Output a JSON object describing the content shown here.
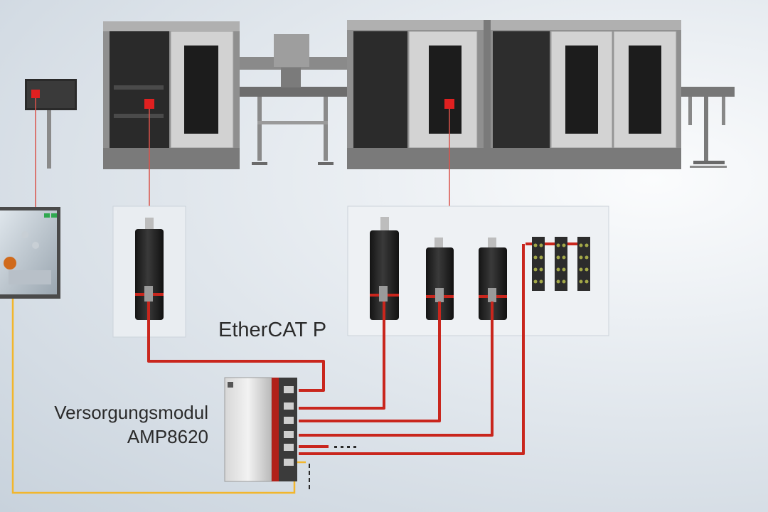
{
  "labels": {
    "bus_name": "EtherCAT P",
    "module_line1": "Versorgungsmodul",
    "module_line2": "AMP8620"
  },
  "colors": {
    "cable_ethercat_p": "#c9261d",
    "cable_ethernet": "#f2b62d",
    "marker": "#e02020",
    "machine_frame": "#8c8c8c",
    "machine_panel": "#d4d4d4",
    "window": "#1c1c1c",
    "motor_body": "#262626"
  },
  "icons": [
    "hmi-panel-icon",
    "touch-panel-icon",
    "servo-motor-icon",
    "io-box-icon",
    "power-supply-module-icon"
  ]
}
